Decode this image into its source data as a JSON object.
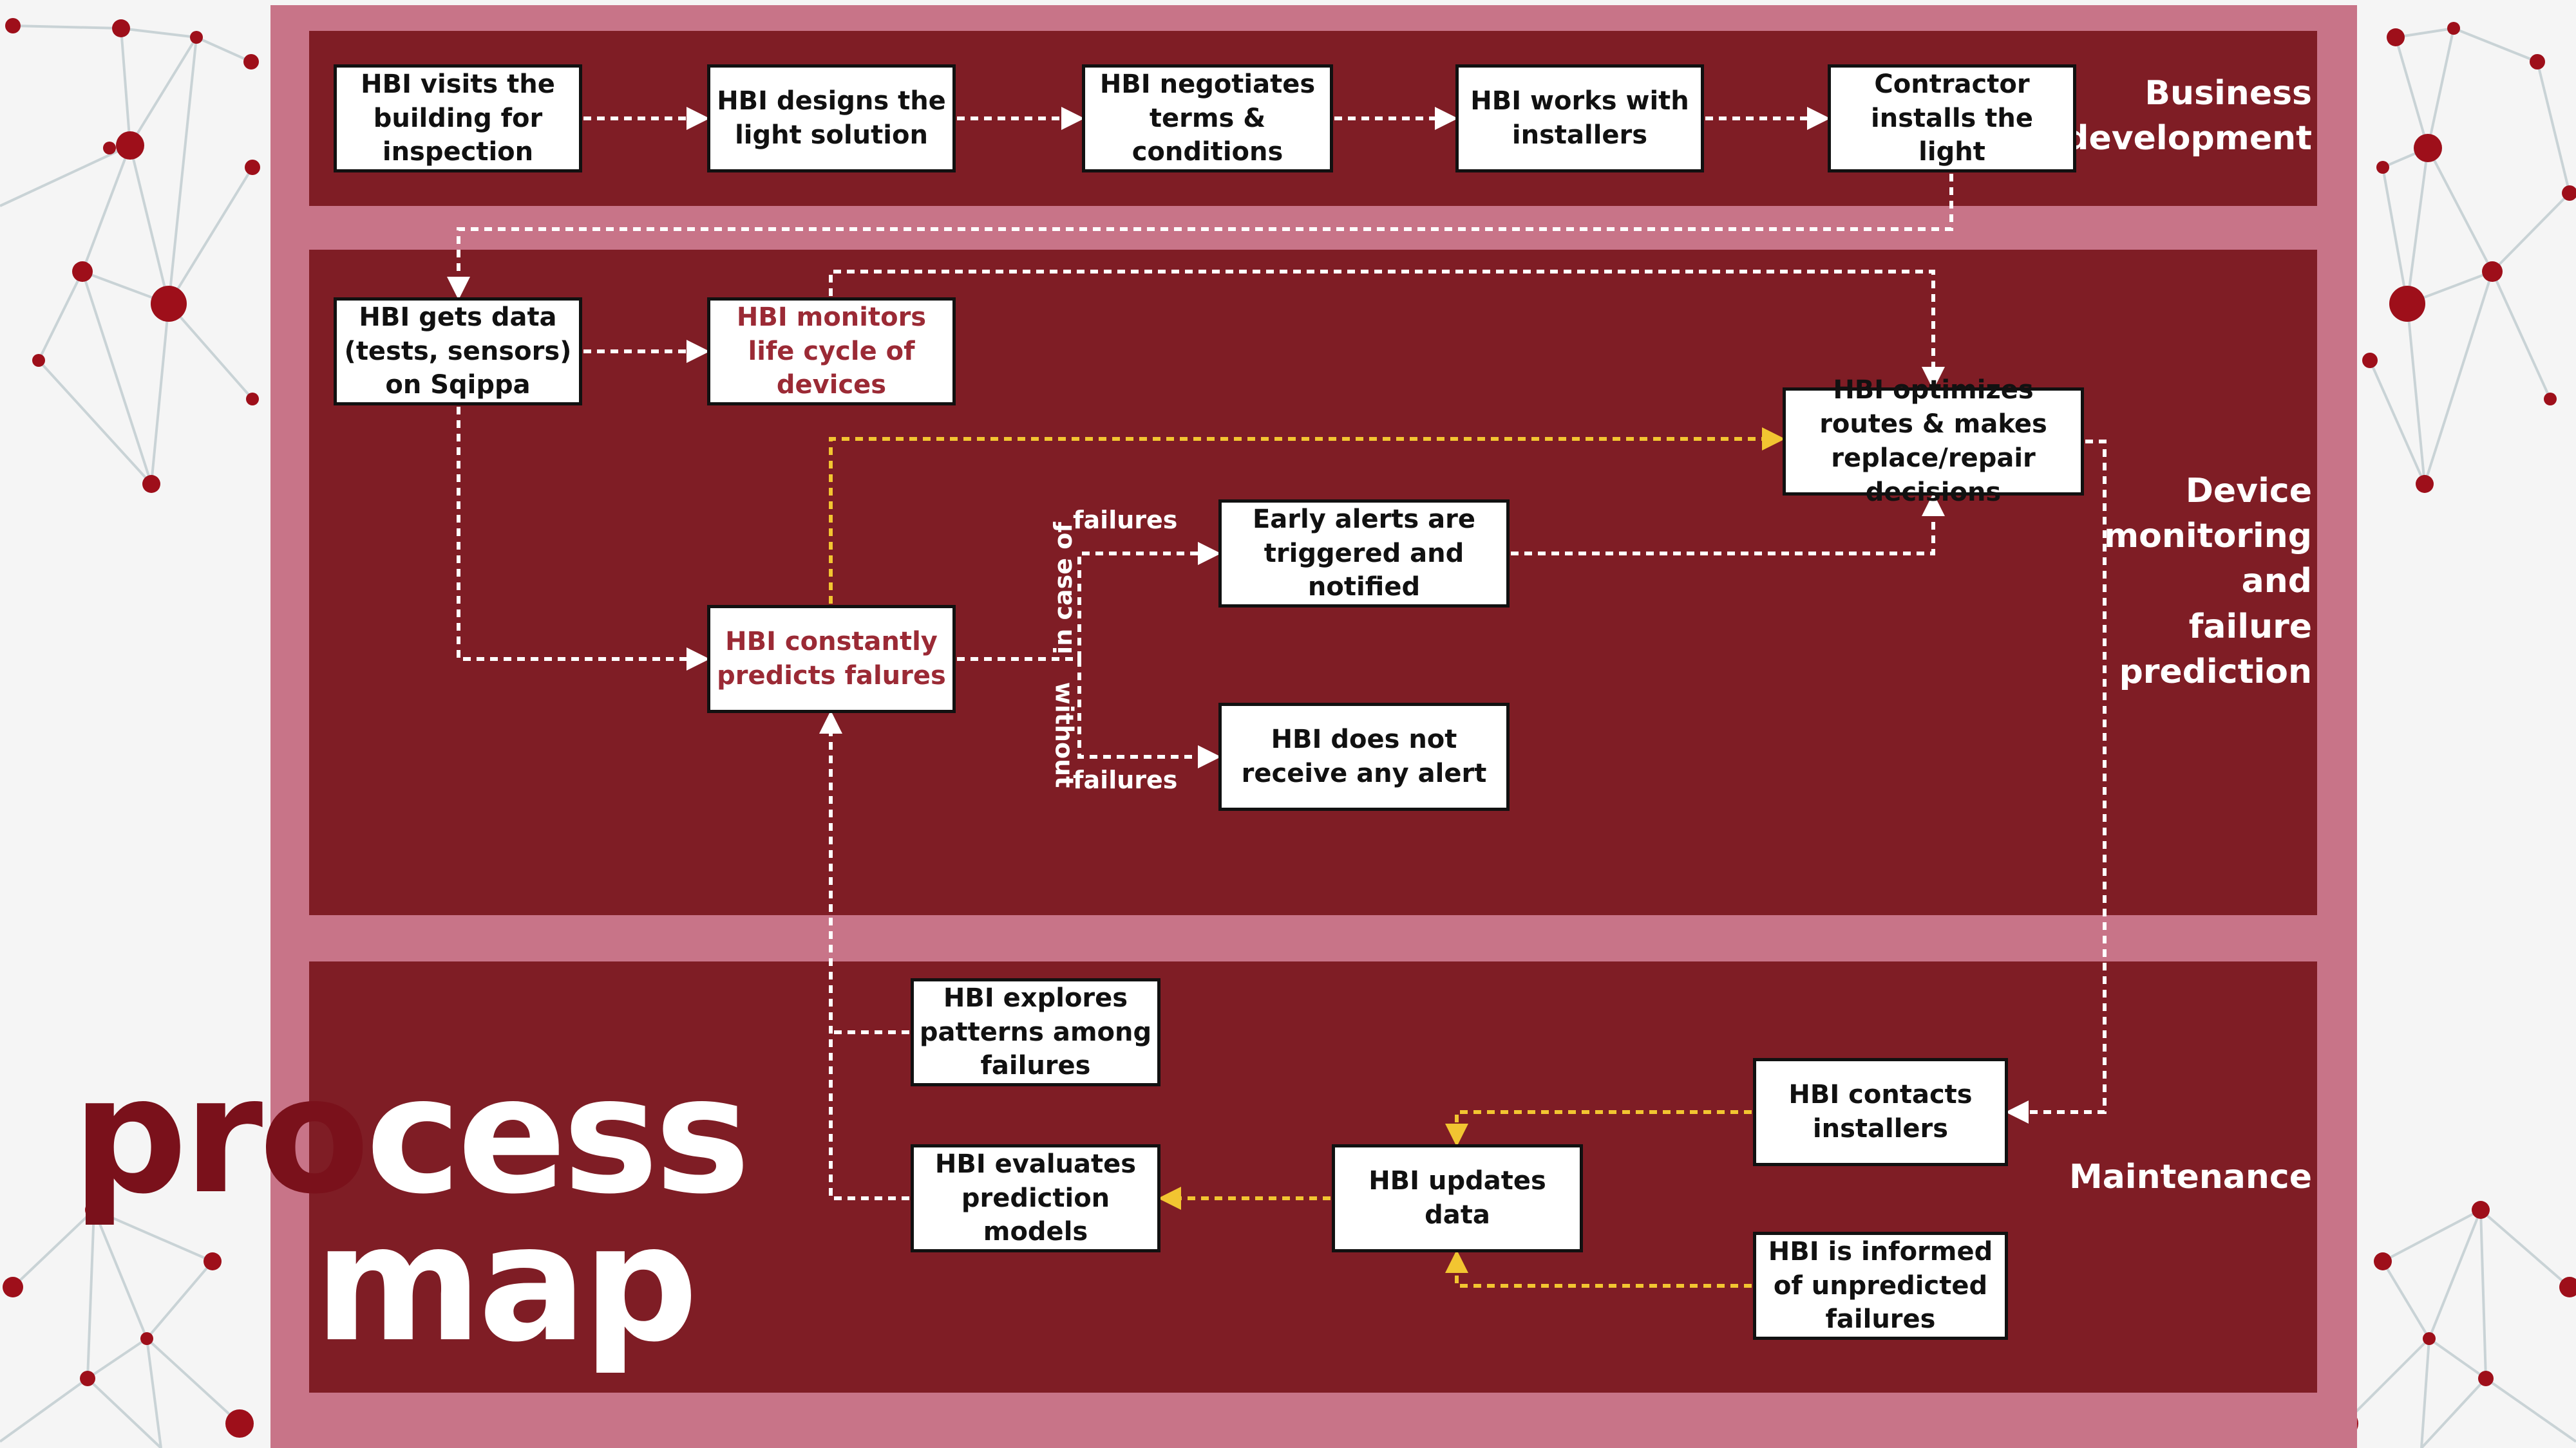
{
  "colors": {
    "frame": "#c87488",
    "band": "#7f1d25",
    "white_arrow": "#ffffff",
    "yellow_arrow": "#f2c531",
    "accent_text": "#9b2a35",
    "title_dark": "#7a111b"
  },
  "bands": {
    "business": "Business\ndevelopment",
    "device": "Device\nmonitoring\nand\nfailure\nprediction",
    "maintenance": "Maintenance"
  },
  "nodes": {
    "visits": "HBI visits the building for inspection",
    "designs": "HBI designs the light solution",
    "negotiates": "HBI negotiates terms & conditions",
    "works": "HBI works with installers",
    "installs": "Contractor installs the light",
    "gets_data": "HBI gets data (tests, sensors) on Sqippa",
    "monitors": "HBI monitors life cycle of devices",
    "optimizes": "HBI optimizes routes & makes replace/repair decisions",
    "alerts": "Early alerts are triggered and notified",
    "predicts": "HBI constantly predicts falures",
    "no_alert": "HBI does not receive any alert",
    "explores": "HBI explores patterns among failures",
    "contacts": "HBI contacts installers",
    "evaluates": "HBI evaluates prediction models",
    "updates": "HBI updates data",
    "informed": "HBI is informed of unpredicted failures"
  },
  "edge_labels": {
    "in_case_of": "in case of",
    "failures_top": "failures",
    "without": "without",
    "failures_bottom": "failures"
  },
  "title": {
    "line1_dark": "pro",
    "line1_light": "cess",
    "line2": "map"
  }
}
